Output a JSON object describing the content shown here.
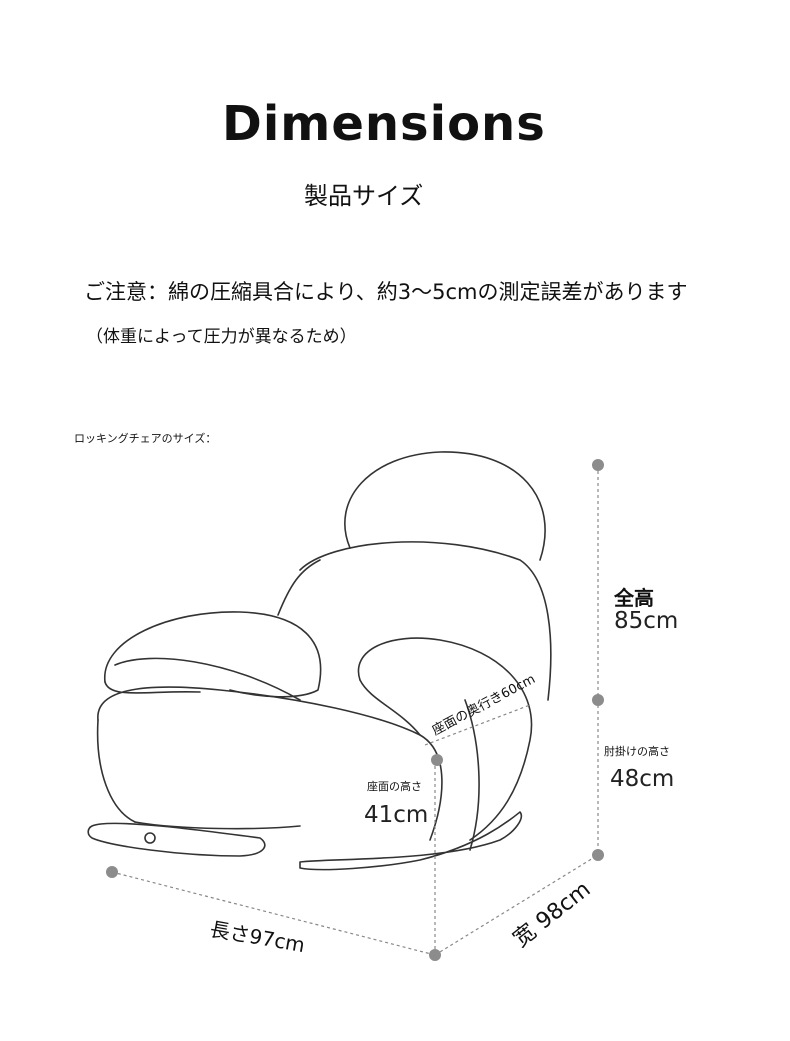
{
  "header": {
    "title": "Dimensions",
    "subtitle": "製品サイズ"
  },
  "notice": {
    "main": "ご注意：綿の圧縮具合により、約3〜5cmの測定誤差があります",
    "sub": "（体重によって圧力が異なるため）"
  },
  "diagram": {
    "section_label": "ロッキングチェアのサイズ：",
    "total_height": {
      "label": "全高",
      "value": "85cm"
    },
    "arm_height": {
      "label": "肘掛けの高さ",
      "value": "48cm"
    },
    "seat_height": {
      "label": "座面の高さ",
      "value": "41cm"
    },
    "seat_depth": {
      "label": "座面の奥行き60cm"
    },
    "length": {
      "label": "長さ97cm"
    },
    "width": {
      "label": "宽 98cm"
    },
    "colors": {
      "line": "#333333",
      "dot": "#8c8c8c",
      "dash": "#888888"
    }
  }
}
